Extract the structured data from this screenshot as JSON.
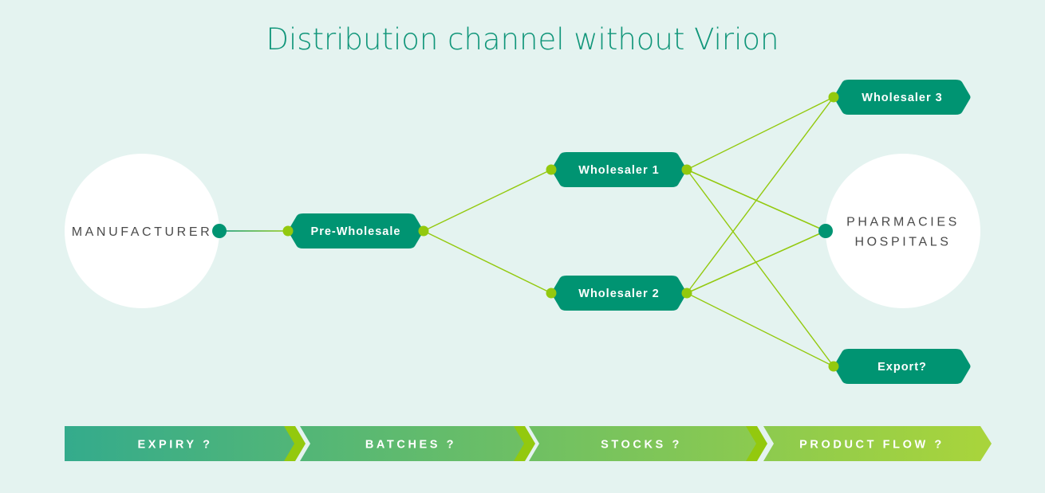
{
  "title": "Distribution channel without Virion",
  "colors": {
    "background": "#e4f3f0",
    "title": "#11967a",
    "node_fill": "#009472",
    "node_text": "#ffffff",
    "endpoint_circle_fill": "#ffffff",
    "endpoint_text": "#4a4a4a",
    "connector_dark": "#009472",
    "connector_light": "#93c90e",
    "line": "#93c90e",
    "bar_gradient_start": "#34ab8c",
    "bar_gradient_end": "#a8d43c",
    "bar_accent": "#93c90e"
  },
  "endpoints": [
    {
      "id": "manufacturer",
      "lines": [
        "MANUFACTURER"
      ]
    },
    {
      "id": "pharmacies",
      "lines": [
        "PHARMACIES",
        "HOSPITALS"
      ]
    }
  ],
  "nodes": [
    {
      "id": "pre-wholesale",
      "label": "Pre-Wholesale"
    },
    {
      "id": "wholesaler-1",
      "label": "Wholesaler 1"
    },
    {
      "id": "wholesaler-2",
      "label": "Wholesaler 2"
    },
    {
      "id": "wholesaler-3",
      "label": "Wholesaler 3"
    },
    {
      "id": "export",
      "label": "Export?"
    }
  ],
  "edges": [
    {
      "from": "manufacturer",
      "to": "pre-wholesale"
    },
    {
      "from": "pre-wholesale",
      "to": "wholesaler-1"
    },
    {
      "from": "pre-wholesale",
      "to": "wholesaler-2"
    },
    {
      "from": "wholesaler-1",
      "to": "wholesaler-3"
    },
    {
      "from": "wholesaler-1",
      "to": "pharmacies"
    },
    {
      "from": "wholesaler-1",
      "to": "export"
    },
    {
      "from": "wholesaler-2",
      "to": "wholesaler-3"
    },
    {
      "from": "wholesaler-2",
      "to": "pharmacies"
    },
    {
      "from": "wholesaler-2",
      "to": "export"
    }
  ],
  "bottom_bar": [
    {
      "label": "EXPIRY ?"
    },
    {
      "label": "BATCHES ?"
    },
    {
      "label": "STOCKS ?"
    },
    {
      "label": "PRODUCT FLOW ?"
    }
  ]
}
